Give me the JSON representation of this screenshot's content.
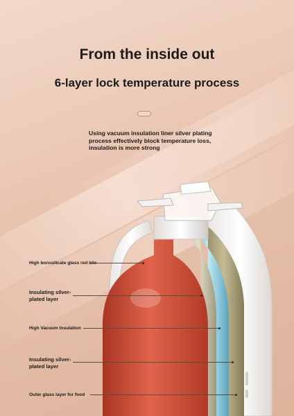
{
  "header": {
    "title": "From the inside out",
    "subtitle": "6-layer lock temperature process"
  },
  "intro": {
    "text": "Using vacuum insulation liner silver plating process effectively block temperature loss, insulation is more strong"
  },
  "layers": [
    {
      "label": "High borosilicate glass red bile"
    },
    {
      "label": "Insulating silver-plated layer"
    },
    {
      "label": "High Vacuum Insulation"
    },
    {
      "label": "Insulating silver-plated layer"
    },
    {
      "label": "Outer glass layer for food"
    }
  ],
  "colors": {
    "background": "#e8c3ae",
    "inner_liner": "#c8452e",
    "silver_layer": "#c9c2a8",
    "vacuum_layer": "#7fc7dd",
    "outer_shell": "#f2f0ee",
    "text": "#1e1a18"
  }
}
